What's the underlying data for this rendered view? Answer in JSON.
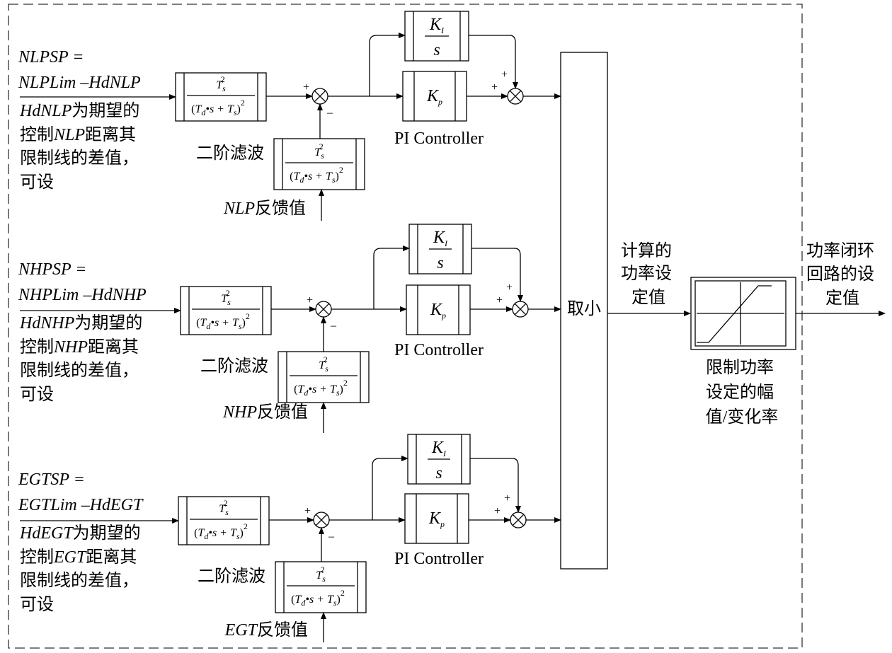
{
  "loops": [
    {
      "id": "nlp",
      "sp_line1": "NLPSP =",
      "sp_line2": "NLPLim –HdNLP",
      "desc_it1": "HdNLP",
      "desc_t1": "为期望的",
      "desc_t2a": "控制",
      "desc_it2": "NLP",
      "desc_t2b": "距离其",
      "desc_t3": "限制线的差值，",
      "desc_t4": "可设",
      "filter_label": "二阶滤波",
      "feedback_it": "NLP",
      "feedback_t": "反馈值",
      "pi_label": "PI Controller"
    },
    {
      "id": "nhp",
      "sp_line1": "NHPSP =",
      "sp_line2": "NHPLim –HdNHP",
      "desc_it1": "HdNHP",
      "desc_t1": "为期望的",
      "desc_t2a": "控制",
      "desc_it2": "NHP",
      "desc_t2b": "距离其",
      "desc_t3": "限制线的差值，",
      "desc_t4": "可设",
      "filter_label": "二阶滤波",
      "feedback_it": "NHP",
      "feedback_t": "反馈值",
      "pi_label": "PI Controller"
    },
    {
      "id": "egt",
      "sp_line1": "EGTSP =",
      "sp_line2": "EGTLim –HdEGT",
      "desc_it1": "HdEGT",
      "desc_t1": "为期望的",
      "desc_t2a": "控制",
      "desc_it2": "EGT",
      "desc_t2b": "距离其",
      "desc_t3": "限制线的差值，",
      "desc_t4": "可设",
      "filter_label": "二阶滤波",
      "feedback_it": "EGT",
      "feedback_t": "反馈值",
      "pi_label": "PI Controller"
    }
  ],
  "signs": {
    "plus": "+",
    "minus": "–"
  },
  "filter_tf": {
    "num_T": "T",
    "num_sub": "s",
    "num_sup": "2",
    "den_open": "(",
    "den_T1": "T",
    "den_sub1": "d",
    "den_mid": "•s + ",
    "den_T2": "T",
    "den_sub2": "s",
    "den_close": ")",
    "den_sup": "2"
  },
  "ki_block": {
    "num_K": "K",
    "num_sub": "I",
    "den": "s"
  },
  "kp_block": {
    "K": "K",
    "sub": "p"
  },
  "min_block": {
    "label": "取小"
  },
  "computed_label": [
    "计算的",
    "功率设",
    "定值"
  ],
  "limiter_caption": [
    "限制功率",
    "设定的幅",
    "值/变化率"
  ],
  "output_label": [
    "功率闭环",
    "回路的设",
    "定值"
  ]
}
